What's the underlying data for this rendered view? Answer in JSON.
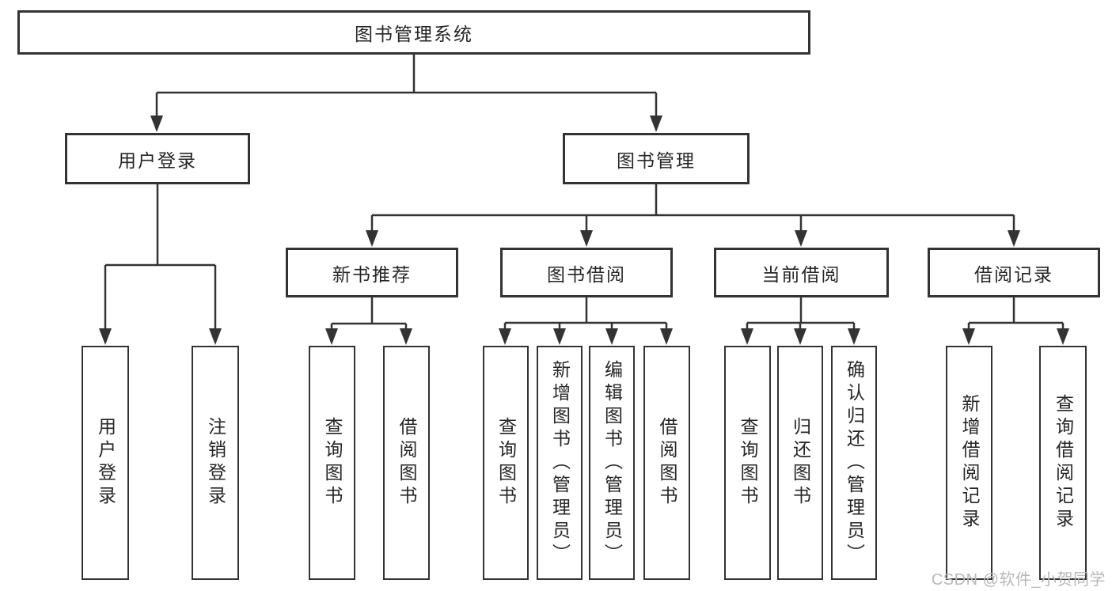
{
  "tree": {
    "root": {
      "label": "图书管理系统"
    },
    "branches": [
      {
        "label": "用户登录",
        "children": [
          {
            "label": "用户登录"
          },
          {
            "label": "注销登录"
          }
        ]
      },
      {
        "label": "图书管理",
        "children": [
          {
            "label": "新书推荐",
            "children": [
              {
                "label": "查询图书"
              },
              {
                "label": "借阅图书"
              }
            ]
          },
          {
            "label": "图书借阅",
            "children": [
              {
                "label": "查询图书"
              },
              {
                "label": "新增图书（管理员）"
              },
              {
                "label": "编辑图书（管理员）"
              },
              {
                "label": "借阅图书"
              }
            ]
          },
          {
            "label": "当前借阅",
            "children": [
              {
                "label": "查询图书"
              },
              {
                "label": "归还图书"
              },
              {
                "label": "确认归还（管理员）"
              }
            ]
          },
          {
            "label": "借阅记录",
            "children": [
              {
                "label": "新增借阅记录"
              },
              {
                "label": "查询借阅记录"
              }
            ]
          }
        ]
      }
    ]
  },
  "watermark": {
    "text": "CSDN @软件_小贺同学",
    "color": "#b8b8b8"
  },
  "colors": {
    "line": "#333333",
    "box_border": "#333333",
    "box_fill": "#ffffff",
    "text": "#262626"
  }
}
